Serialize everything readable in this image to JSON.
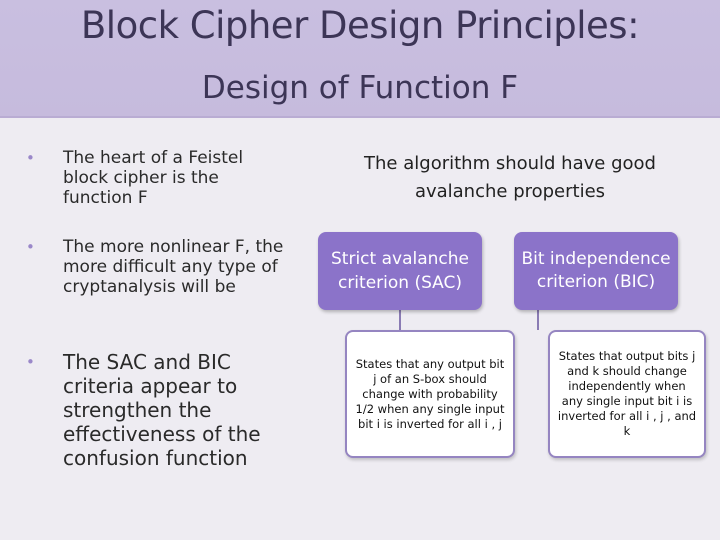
{
  "header": {
    "title": "Block Cipher Design Principles:",
    "subtitle": "Design of Function F"
  },
  "bullets": [
    {
      "marker": "•",
      "text": "The heart of a Feistel block cipher is the function F"
    },
    {
      "marker": "•",
      "text": "The more nonlinear F, the more difficult any type of cryptanalysis will be"
    },
    {
      "marker": "•",
      "text": "The SAC and BIC criteria appear to strengthen the effectiveness of the confusion function"
    }
  ],
  "diagram": {
    "root": "The algorithm should have good avalanche properties",
    "nodes": [
      {
        "label": "Strict avalanche criterion (SAC)",
        "description": "States that any output bit j of an S-box should change with probability 1/2 when any single input bit i is inverted for all i , j"
      },
      {
        "label": "Bit independence criterion (BIC)",
        "description": "States that output bits j and k should change independently when any single input bit i is inverted for all i , j , and k"
      }
    ]
  },
  "colors": {
    "header_bg": "#c6bbdd",
    "accent": "#8b73c9",
    "bullet_marker": "#9a88c9"
  }
}
